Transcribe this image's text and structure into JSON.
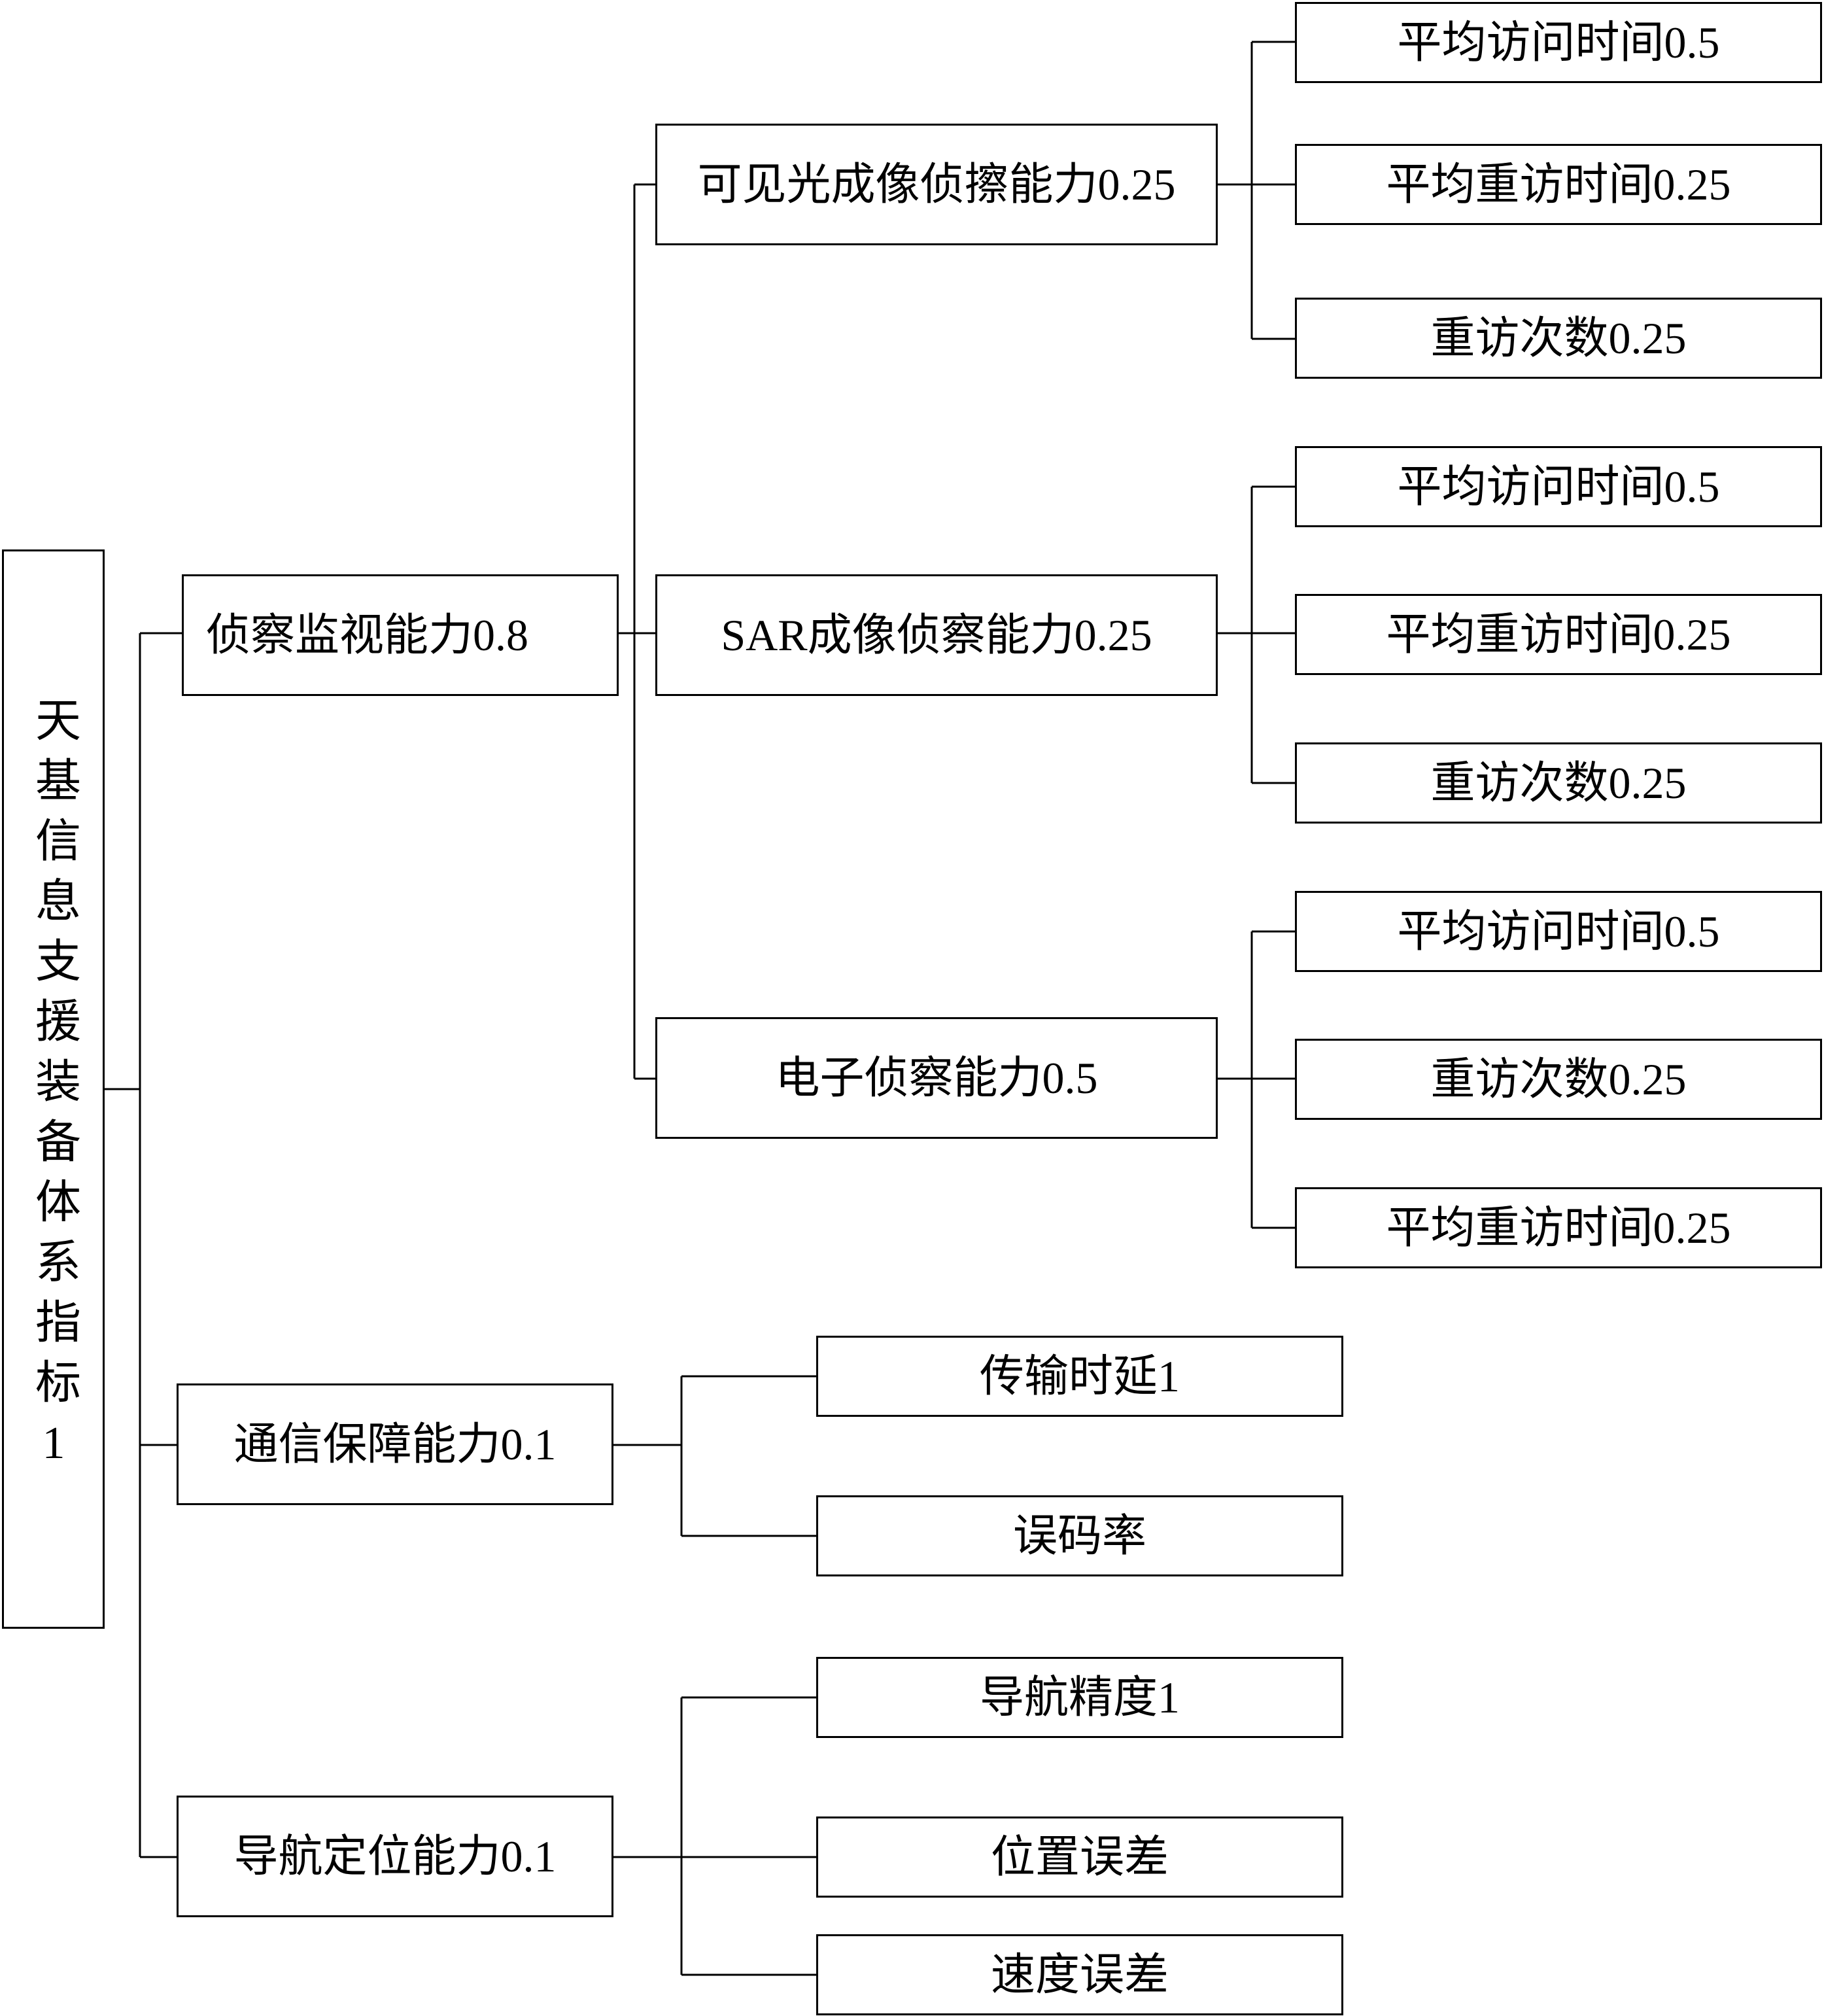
{
  "root": {
    "label": "天基信息支援装备体系指标1"
  },
  "level1": {
    "recon": {
      "label": "侦察监视能力0.8"
    },
    "comm": {
      "label": "通信保障能力0.1"
    },
    "nav": {
      "label": "导航定位能力0.1"
    }
  },
  "level2": {
    "optical": {
      "label": "可见光成像侦擦能力0.25"
    },
    "sar": {
      "label": "SAR成像侦察能力0.25"
    },
    "elec": {
      "label": "电子侦察能力0.5"
    }
  },
  "leaves": {
    "optical": [
      {
        "label": "平均访问时间0.5"
      },
      {
        "label": "平均重访时间0.25"
      },
      {
        "label": "重访次数0.25"
      }
    ],
    "sar": [
      {
        "label": "平均访问时间0.5"
      },
      {
        "label": "平均重访时间0.25"
      },
      {
        "label": "重访次数0.25"
      }
    ],
    "elec": [
      {
        "label": "平均访问时间0.5"
      },
      {
        "label": "重访次数0.25"
      },
      {
        "label": "平均重访时间0.25"
      }
    ],
    "comm": [
      {
        "label": "传输时延1"
      },
      {
        "label": "误码率"
      }
    ],
    "nav": [
      {
        "label": "导航精度1"
      },
      {
        "label": "位置误差"
      },
      {
        "label": "速度误差"
      }
    ]
  }
}
